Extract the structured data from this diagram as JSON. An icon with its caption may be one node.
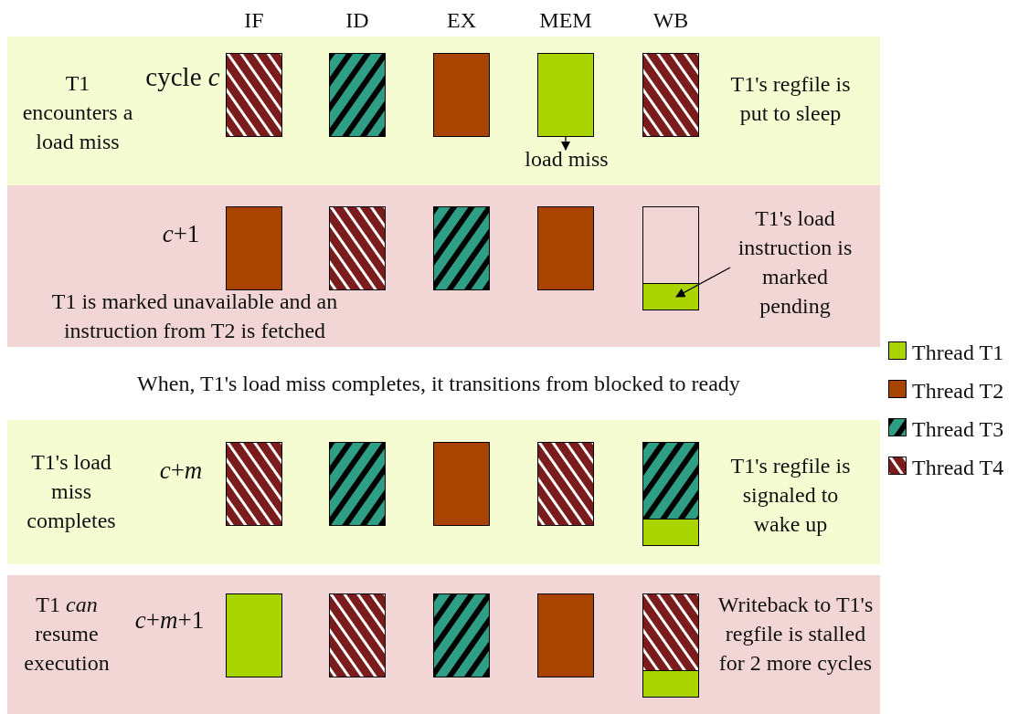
{
  "diagram": {
    "nodes": [
      {
        "text": [
          "T1 encounters a load miss",
          "cycle *c*",
          "T1's regfile is put to sleep"
        ]
      },
      {
        "text": [],
        "shape": "box",
        "in": 0
      },
      {
        "text": [],
        "shape": "box",
        "in": 0
      },
      {
        "text": [],
        "shape": "box",
        "in": 0
      },
      {
        "text": [],
        "shape": "box",
        "in": 0
      },
      {
        "text": [],
        "shape": "box",
        "in": 0
      },
      {
        "text": [
          "load miss"
        ],
        "in": 0
      },
      {
        "text": [
          "*c*+1",
          "T1 is marked unavailable and an instruction from T2 is fetched"
        ]
      },
      {
        "text": [],
        "shape": "box",
        "in": 7
      },
      {
        "text": [],
        "shape": "box",
        "in": 7
      },
      {
        "text": [],
        "shape": "box",
        "in": 7
      },
      {
        "text": [],
        "shape": "box",
        "in": 7
      },
      {
        "text": [],
        "shape": "box",
        "in": 7
      },
      {
        "text": [],
        "shape": "box",
        "in": 12
      },
      {
        "text": [
          "T1's load instruction is marked pending"
        ],
        "in": 7
      },
      {
        "text": [
          "T1's load miss completes",
          "*c*+*m*",
          "T1's regfile is signaled to wake up"
        ]
      },
      {
        "text": [],
        "shape": "box",
        "in": 15
      },
      {
        "text": [],
        "shape": "box",
        "in": 15
      },
      {
        "text": [],
        "shape": "box",
        "in": 15
      },
      {
        "text": [],
        "shape": "box",
        "in": 15
      },
      {
        "text": [],
        "shape": "box",
        "in": 15
      },
      {
        "text": [],
        "shape": "box",
        "in": 20
      },
      {
        "text": [
          "T1 *can* resume execution",
          "*c*+*m*+1",
          "Writeback to T1's regfile is stalled for 2 more cycles"
        ]
      },
      {
        "text": [],
        "shape": "box",
        "in": 22
      },
      {
        "text": [],
        "shape": "box",
        "in": 22
      },
      {
        "text": [],
        "shape": "box",
        "in": 22
      },
      {
        "text": [],
        "shape": "box",
        "in": 22
      },
      {
        "text": [],
        "shape": "box",
        "in": 22
      },
      {
        "text": [],
        "shape": "box",
        "in": 27
      }
    ],
    "edges": [
      {
        "from": 4,
        "to": 6,
        "arrow": "to"
      },
      {
        "from": 14,
        "to": 13,
        "arrow": "to"
      }
    ],
    "labels": [
      "IF",
      "ID",
      "EX",
      "MEM",
      "WB",
      "When, T1's load miss completes, it transitions from blocked to ready"
    ],
    "legend": [
      {
        "text": "Thread T1",
        "color": "#aad400"
      },
      {
        "text": "Thread T2",
        "color": "#a84300"
      },
      {
        "text": "Thread T3"
      },
      {
        "text": "Thread T4"
      }
    ]
  }
}
